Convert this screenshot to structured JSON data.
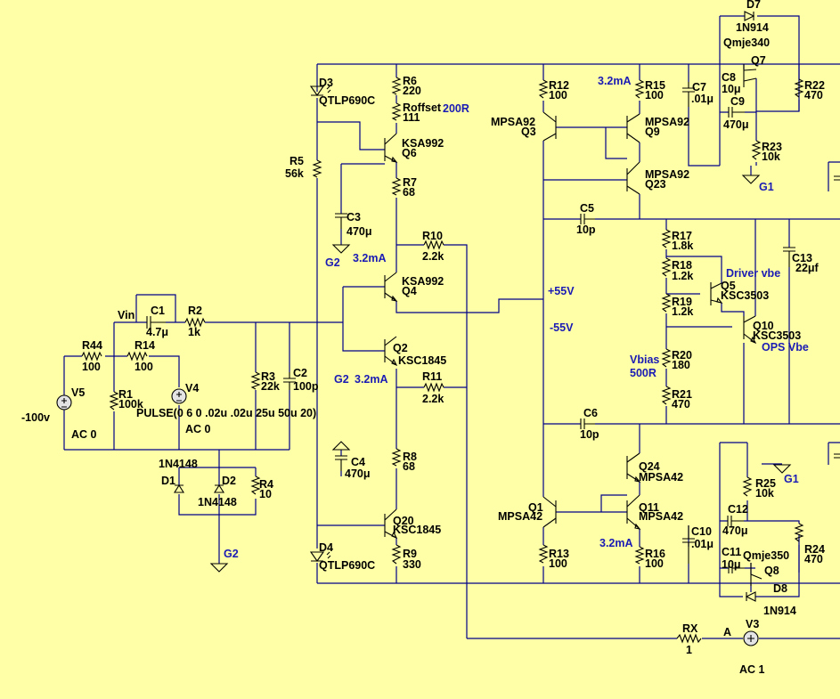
{
  "components": {
    "D7": [
      "D7",
      "1N914"
    ],
    "Q7": [
      "Qmje340",
      "Q7"
    ],
    "D3": [
      "D3",
      "QTLP690C"
    ],
    "R6": [
      "R6",
      "220"
    ],
    "Roffset": [
      "Roffset",
      "111"
    ],
    "R12": [
      "R12",
      "100"
    ],
    "R15": [
      "R15",
      "100"
    ],
    "C7": [
      "C7",
      ".01μ"
    ],
    "C8": [
      "C8",
      "10μ"
    ],
    "C9": [
      "C9",
      "470μ"
    ],
    "R22": [
      "R22",
      "470"
    ],
    "Q3": [
      "MPSA92",
      "Q3"
    ],
    "Q9": [
      "MPSA92",
      "Q9"
    ],
    "Q6": [
      "KSA992",
      "Q6"
    ],
    "R23": [
      "R23",
      "10k"
    ],
    "R5": [
      "R5",
      "56k"
    ],
    "R7": [
      "R7",
      "68"
    ],
    "Q23": [
      "MPSA92",
      "Q23"
    ],
    "C3": [
      "C3",
      "470μ"
    ],
    "C5": [
      "C5",
      "10p"
    ],
    "R17": [
      "R17",
      "1.8k"
    ],
    "R10": [
      "R10",
      "2.2k"
    ],
    "C13": [
      "C13",
      "22μf"
    ],
    "R18": [
      "R18",
      "1.2k"
    ],
    "Q4": [
      "KSA992",
      "Q4"
    ],
    "Q5": [
      "Q5",
      "KSC3503"
    ],
    "R19": [
      "R19",
      "1.2k"
    ],
    "C1": [
      "C1",
      "4.7μ"
    ],
    "R2": [
      "R2",
      "1k"
    ],
    "Q10": [
      "Q10",
      "KSC3503"
    ],
    "R44": [
      "R44",
      "100"
    ],
    "R14": [
      "R14",
      "100"
    ],
    "Q2": [
      "Q2",
      "KSC1845"
    ],
    "R20": [
      "R20",
      "180"
    ],
    "R3": [
      "R3",
      "22k"
    ],
    "C2": [
      "C2",
      "100p"
    ],
    "R11": [
      "R11",
      "2.2k"
    ],
    "V5": [
      "V5",
      "-100v",
      "AC 0"
    ],
    "R1": [
      "R1",
      "100k"
    ],
    "V4": [
      "V4",
      "PULSE(0 6 0 .02u .02u 25u 50u 20)",
      "AC 0"
    ],
    "R21": [
      "R21",
      "470"
    ],
    "C6": [
      "C6",
      "10p"
    ],
    "Q24": [
      "Q24",
      "MPSA42"
    ],
    "R8": [
      "R8",
      "68"
    ],
    "C4": [
      "C4",
      "470μ"
    ],
    "D1": [
      "1N4148",
      "D1"
    ],
    "D2": [
      "D2",
      "1N4148"
    ],
    "R4": [
      "R4",
      "10"
    ],
    "R25": [
      "R25",
      "10k"
    ],
    "C12": [
      "C12",
      "470μ"
    ],
    "Q1": [
      "Q1",
      "MPSA42"
    ],
    "Q11": [
      "Q11",
      "MPSA42"
    ],
    "Q20": [
      "Q20",
      "KSC1845"
    ],
    "C10": [
      "C10",
      ".01μ"
    ],
    "C11": [
      "C11",
      "10μ"
    ],
    "Q8": [
      "Qmje350",
      "Q8"
    ],
    "R24": [
      "R24",
      "470"
    ],
    "D4": [
      "D4",
      "QTLP690C"
    ],
    "R13": [
      "R13",
      "100"
    ],
    "R16": [
      "R16",
      "100"
    ],
    "R9": [
      "R9",
      "330"
    ],
    "D8": [
      "D8",
      "1N914"
    ],
    "RX": [
      "RX",
      "1"
    ],
    "V3": [
      "V3",
      "AC 1"
    ]
  },
  "annotations": {
    "r200": "200R",
    "ma_top": "3.2mA",
    "g1_top": "G1",
    "g2_c3": "G2",
    "ma_q4": "3.2mA",
    "driver_vbe": "Driver vbe",
    "p55": "+55V",
    "m55": "-55V",
    "ops_vbe": "OPS Vbe",
    "vbias": "Vbias",
    "r500": "500R",
    "g2_q2": "G2",
    "ma_q2": "3.2mA",
    "g1_bot": "G1",
    "ma_q11": "3.2mA",
    "g2_bot": "G2",
    "vin": "Vin",
    "node_a": "A"
  },
  "colors": {
    "background": "#ffffa8",
    "wire": "#000088",
    "annotation": "#1a1ab4"
  }
}
